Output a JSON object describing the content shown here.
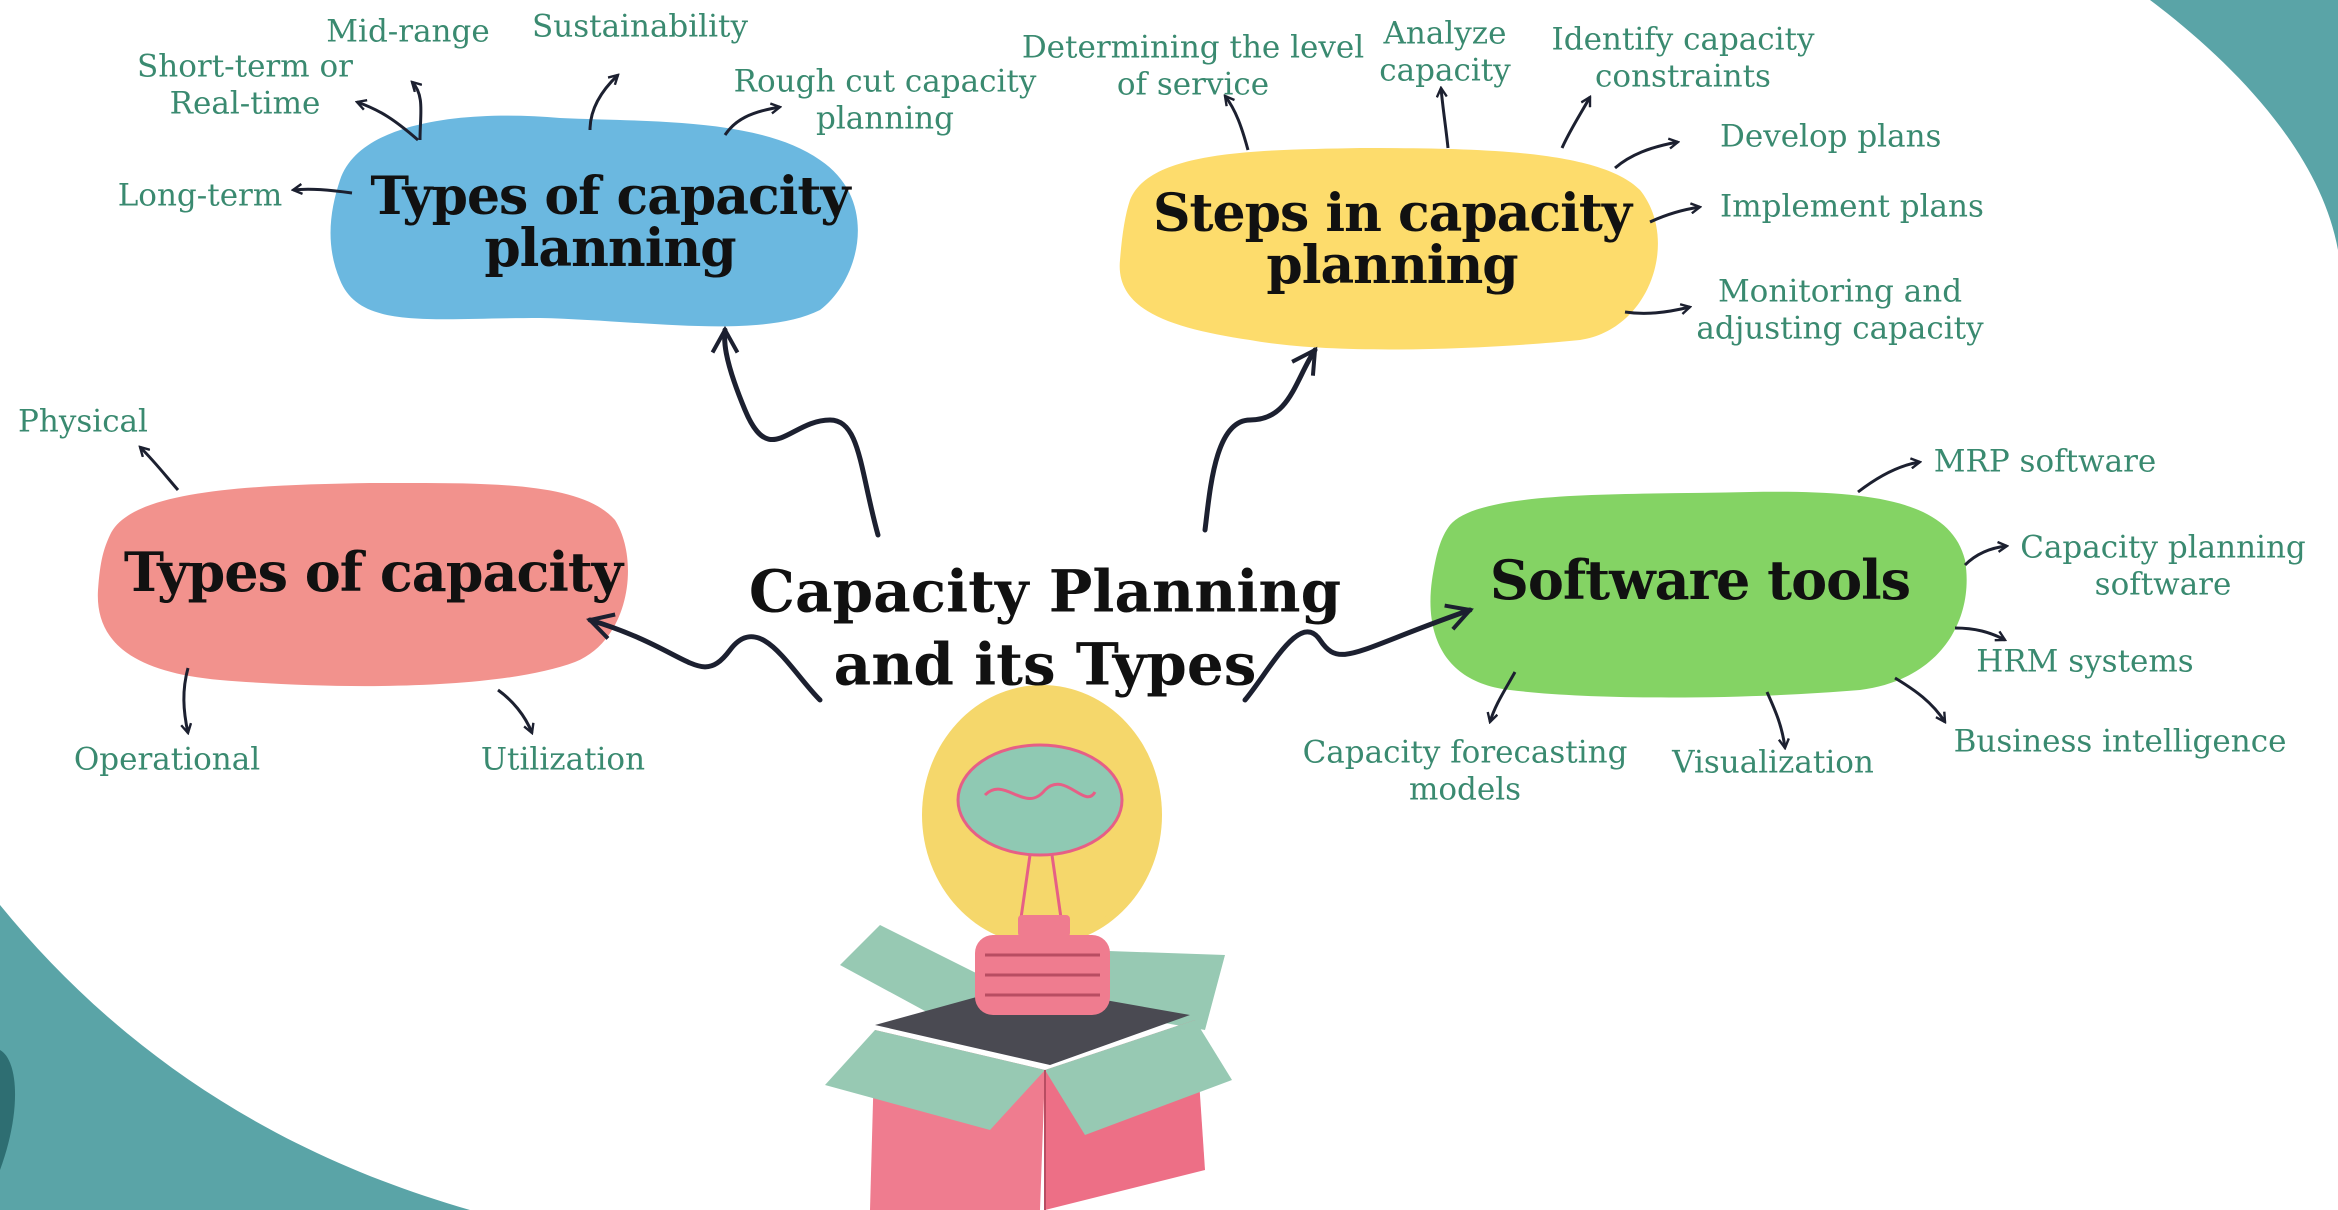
{
  "center": {
    "line1": "Capacity Planning",
    "line2": "and its Types"
  },
  "colors": {
    "teal_background_shape": "#5aa4a7",
    "label_green": "#3a8a70",
    "blue_node": "#6bb8e0",
    "yellow_node": "#fddc6c",
    "pink_node": "#f2928d",
    "green_node": "#84d364",
    "arrow": "#1c2030"
  },
  "nodes": {
    "types_of_capacity_planning": {
      "title_line1": "Types of capacity",
      "title_line2": "planning",
      "items": [
        "Mid-range",
        "Sustainability",
        "Short-term or",
        "Real-time",
        "Rough cut capacity",
        "planning",
        "Long-term"
      ]
    },
    "steps_in_capacity_planning": {
      "title_line1": "Steps in capacity",
      "title_line2": "planning",
      "items": [
        "Determining the level",
        "of service",
        "Analyze",
        "capacity",
        "Identify  capacity",
        "constraints",
        "Develop plans",
        "Implement plans",
        "Monitoring and",
        "adjusting capacity"
      ]
    },
    "types_of_capacity": {
      "title": "Types of capacity",
      "items": [
        "Physical",
        "Operational",
        "Utilization"
      ]
    },
    "software_tools": {
      "title": "Software tools",
      "items": [
        "MRP software",
        "Capacity planning",
        "software",
        "HRM systems",
        "Business intelligence",
        "Capacity forecasting",
        "models",
        "Visualization"
      ]
    }
  },
  "illustration": "lightbulb-with-brain-in-open-box"
}
